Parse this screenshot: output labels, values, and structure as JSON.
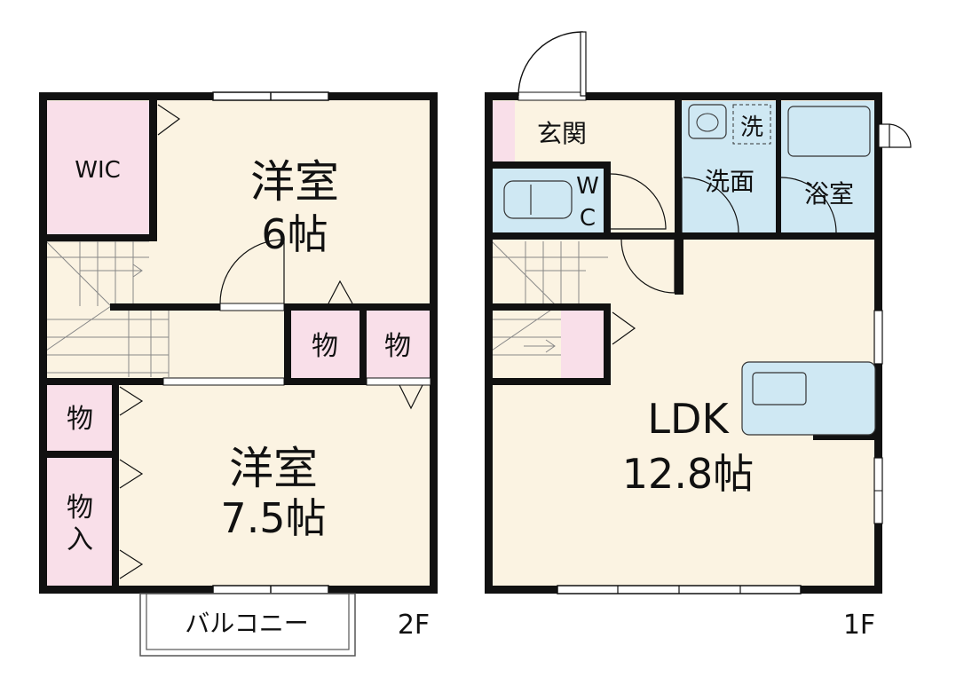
{
  "floor_2f": {
    "floor_label": "2F",
    "wic": "WIC",
    "room1_name": "洋室",
    "room1_size": "6帖",
    "room2_name": "洋室",
    "room2_size": "7.5帖",
    "storage_a": "物",
    "storage_b": "物",
    "storage_c": "物",
    "storage_d_line1": "物",
    "storage_d_line2": "入",
    "balcony": "バルコニー"
  },
  "floor_1f": {
    "floor_label": "1F",
    "entrance": "玄関",
    "wc_line1": "W",
    "wc_line2": "C",
    "washroom": "洗面",
    "washer": "洗",
    "bathroom": "浴室",
    "ldk_name": "LDK",
    "ldk_size": "12.8帖"
  },
  "colors": {
    "wall": "#111111",
    "room_fill": "#fbf3e2",
    "storage_fill": "#f9dfe9",
    "wet_fill": "#cfe8f3",
    "stair_fill": "#fbf3e2"
  }
}
